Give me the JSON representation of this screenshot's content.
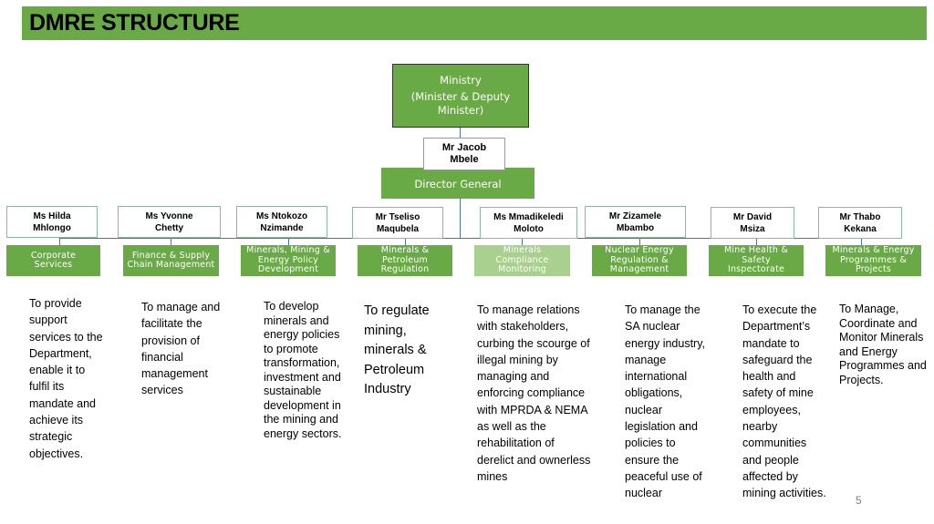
{
  "title": "DMRE STRUCTURE",
  "ministry": {
    "line1": "Ministry",
    "line2": "(Minister & Deputy Minister)"
  },
  "director_general": {
    "name": "Mr Jacob Mbele",
    "label": "Director General"
  },
  "units": [
    {
      "name": "Ms Hilda Mhlongo",
      "unit": "Corporate Services",
      "desc": "To provide support services to the Department, enable it to fulfil its mandate and achieve its strategic objectives."
    },
    {
      "name": "Ms Yvonne Chetty",
      "unit": "Finance & Supply Chain Management",
      "desc": "To manage and facilitate the provision of financial management services"
    },
    {
      "name": "Ms Ntokozo Nzimande",
      "unit": "Minerals, Mining & Energy Policy Development",
      "desc": "To develop minerals and energy policies to promote transformation, investment and sustainable development in the mining and energy sectors."
    },
    {
      "name": "Mr Tseliso Maqubela",
      "unit": "Minerals & Petroleum Regulation",
      "desc": "To regulate mining, minerals & Petroleum Industry"
    },
    {
      "name": "Ms Mmadikeledi Moloto",
      "unit": "Minerals Compliance Monitoring",
      "desc": "To manage relations with stakeholders, curbing the scourge of illegal mining by managing and enforcing compliance with MPRDA & NEMA as well as the rehabilitation of derelict and ownerless mines"
    },
    {
      "name": "Mr Zizamele Mbambo",
      "unit": "Nuclear Energy Regulation & Management",
      "desc": "To manage the SA nuclear energy industry, manage international obligations, nuclear legislation and policies to ensure the peaceful use of nuclear"
    },
    {
      "name": "Mr David Msiza",
      "unit": "Mine Health & Safety Inspectorate",
      "desc": "To execute the Department’s mandate to safeguard the health and safety of mine employees, nearby communities and people affected by mining activities."
    },
    {
      "name": "Mr Thabo Kekana",
      "unit": "Minerals & Energy Programmes & Projects",
      "desc": "To Manage, Coordinate and Monitor Minerals and Energy Programmes and Projects."
    }
  ],
  "page_number": "5",
  "colors": {
    "accent_green": "#6aaa46",
    "light_green": "#a9d08e",
    "connector_blue": "#4472c4"
  }
}
